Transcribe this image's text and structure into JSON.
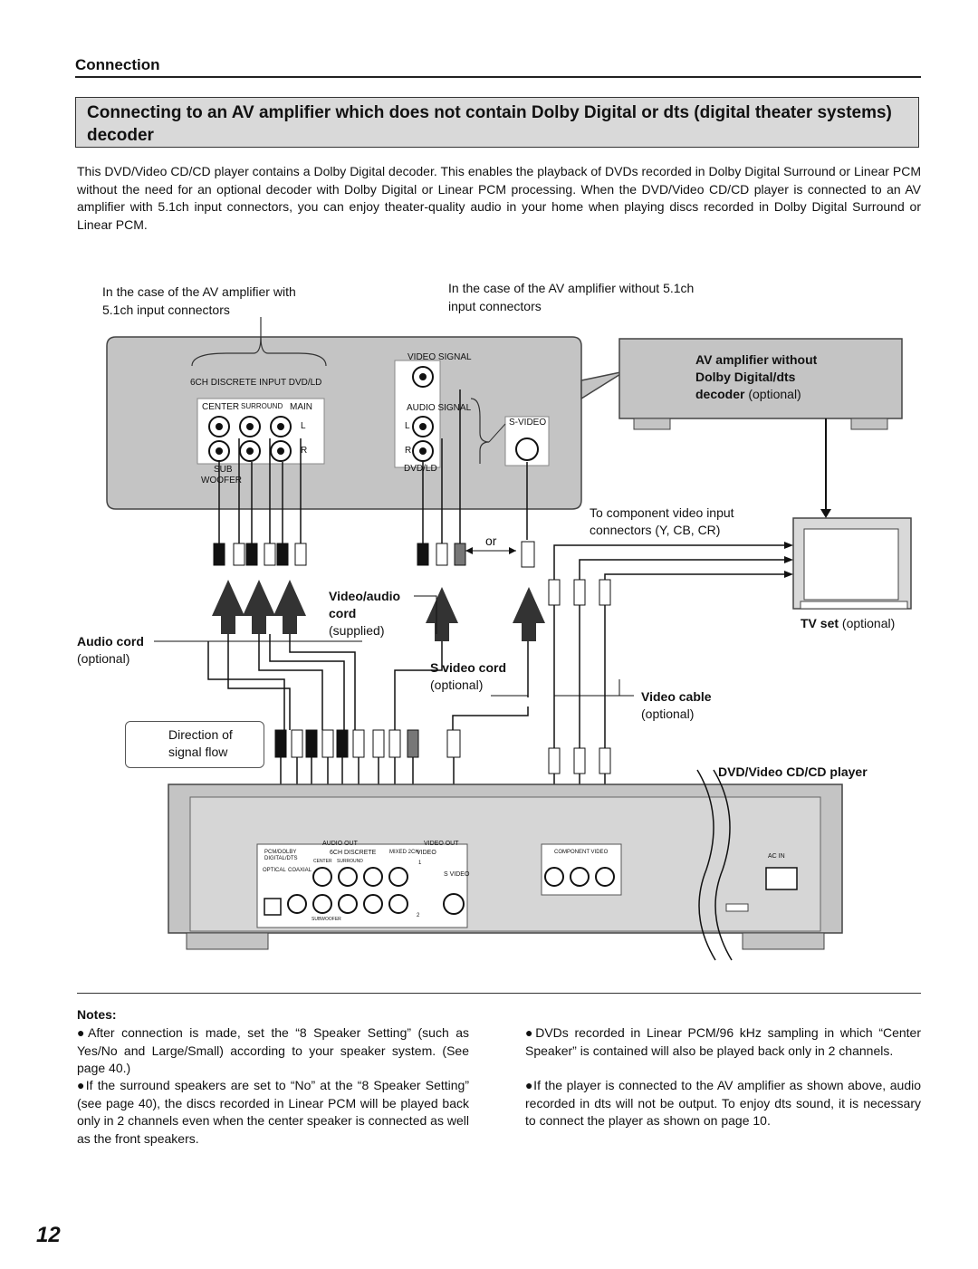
{
  "header": {
    "section": "Connection",
    "title": "Connecting to an AV amplifier which does not contain Dolby Digital or dts (digital theater systems) decoder"
  },
  "intro": "This DVD/Video CD/CD player contains a Dolby Digital decoder. This enables the playback of DVDs recorded in Dolby Digital Surround or Linear PCM without the need for an optional decoder with Dolby Digital or Linear PCM processing. When the DVD/Video CD/CD player is connected to an AV amplifier with 5.1ch input connectors, you can enjoy theater-quality audio in your home when playing discs recorded in Dolby Digital Surround or Linear PCM.",
  "diagram": {
    "caption_left": "In the case of the AV amplifier with 5.1ch input connectors",
    "caption_right": "In the case of the AV amplifier without 5.1ch input connectors",
    "amp_panel": {
      "six_ch": "6CH DISCRETE INPUT DVD/LD",
      "center": "CENTER",
      "surround": "SURROUND",
      "main": "MAIN",
      "sub": "SUB",
      "woofer": "WOOFER",
      "l": "L",
      "r": "R",
      "video_signal": "VIDEO SIGNAL",
      "audio_signal": "AUDIO SIGNAL",
      "dvd_ld": "DVD/LD",
      "s_video": "S-VIDEO"
    },
    "amp_optional": {
      "line1": "AV amplifier without",
      "line2": "Dolby Digital/dts",
      "line3_bold": "decoder",
      "line3_plain": " (optional)"
    },
    "component_caption_line1": "To component video input",
    "component_caption_line2": "connectors (Y, CB, CR)",
    "or": "or",
    "tv_bold": "TV set",
    "tv_plain": " (optional)",
    "video_audio_bold_1": "Video/audio",
    "video_audio_bold_2": "cord",
    "video_audio_plain": "(supplied)",
    "audio_cord_bold": "Audio cord",
    "audio_cord_plain": "(optional)",
    "s_video_cord_bold": "S video cord",
    "s_video_cord_plain": "(optional)",
    "video_cable_bold": "Video cable",
    "video_cable_plain": "(optional)",
    "direction_line1": "Direction of",
    "direction_line2": "signal flow",
    "player_label": "DVD/Video CD/CD player",
    "player_panel": {
      "audio_out": "AUDIO OUT",
      "pcm": "PCM/DOLBY DIGITAL/DTS",
      "optical": "OPTICAL",
      "coaxial": "COAXIAL",
      "six_ch": "6CH DISCRETE",
      "mixed": "MIXED 2CH",
      "video_out": "VIDEO OUT",
      "video": "VIDEO",
      "s_video": "S VIDEO",
      "component": "COMPONENT VIDEO",
      "ac_in": "AC IN",
      "subwoofer": "SUBWOOFER",
      "center": "CENTER",
      "surround": "SURROUND",
      "one": "1",
      "two": "2"
    }
  },
  "notes": {
    "heading": "Notes:",
    "left": [
      "●After connection is made, set the “8 Speaker Setting” (such as Yes/No and Large/Small) according to your speaker system. (See page 40.)",
      "●If the surround speakers are set to “No” at the “8 Speaker Setting” (see page 40), the discs recorded in Linear PCM will be played back only in 2 channels even when the center speaker is connected as well as the front speakers."
    ],
    "right": [
      "●DVDs recorded in Linear PCM/96 kHz sampling in which “Center Speaker” is contained will also be played back only in 2 channels.",
      "●If the player is connected to the AV amplifier as shown above, audio recorded in dts will not be output. To enjoy dts sound, it is necessary to connect the player as shown on page 10."
    ]
  },
  "page_number": "12"
}
